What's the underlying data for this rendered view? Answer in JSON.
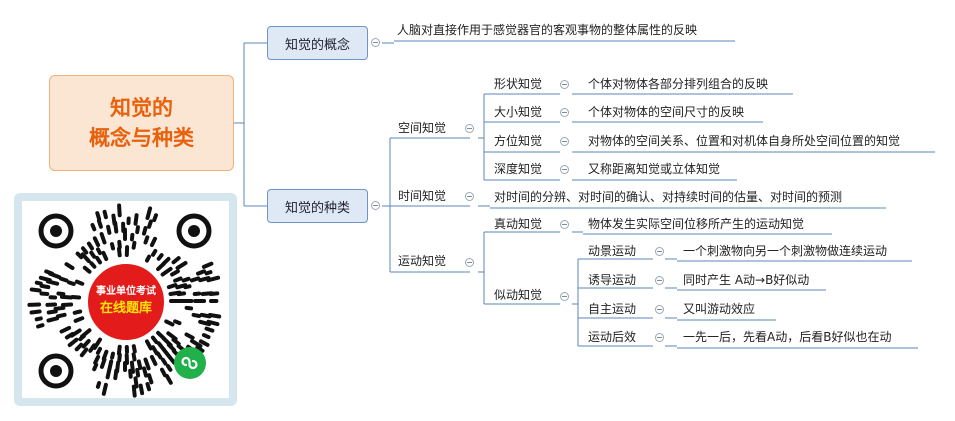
{
  "root": {
    "line1": "知觉的",
    "line2": "概念与种类"
  },
  "concept": {
    "label": "知觉的概念",
    "desc": "人脑对直接作用于感觉器官的客观事物的整体属性的反映"
  },
  "types": {
    "label": "知觉的种类",
    "space": {
      "label": "空间知觉",
      "items": [
        {
          "label": "形状知觉",
          "desc": "个体对物体各部分排列组合的反映"
        },
        {
          "label": "大小知觉",
          "desc": "个体对物体的空间尺寸的反映"
        },
        {
          "label": "方位知觉",
          "desc": "对物体的空间关系、位置和对机体自身所处空间位置的知觉"
        },
        {
          "label": "深度知觉",
          "desc": "又称距离知觉或立体知觉"
        }
      ]
    },
    "time": {
      "label": "时间知觉",
      "desc": "对时间的分辨、对时间的确认、对持续时间的估量、对时间的预测"
    },
    "motion": {
      "label": "运动知觉",
      "real": {
        "label": "真动知觉",
        "desc": "物体发生实际空间位移所产生的运动知觉"
      },
      "apparent": {
        "label": "似动知觉",
        "items": [
          {
            "label": "动景运动",
            "desc": "一个刺激物向另一个刺激物做连续运动"
          },
          {
            "label": "诱导运动",
            "desc": "同时产生 A动→B好似动"
          },
          {
            "label": "自主运动",
            "desc": "又叫游动效应"
          },
          {
            "label": "运动后效",
            "desc": "一先一后，先看A动，后看B好似也在动"
          }
        ]
      }
    }
  },
  "qr": {
    "line1": "事业单位考试",
    "line2": "在线题库"
  },
  "colors": {
    "connector": "#5b84b8",
    "root_text": "#e8620e",
    "badge": "#e41b1b",
    "mini": "#21b14a"
  }
}
